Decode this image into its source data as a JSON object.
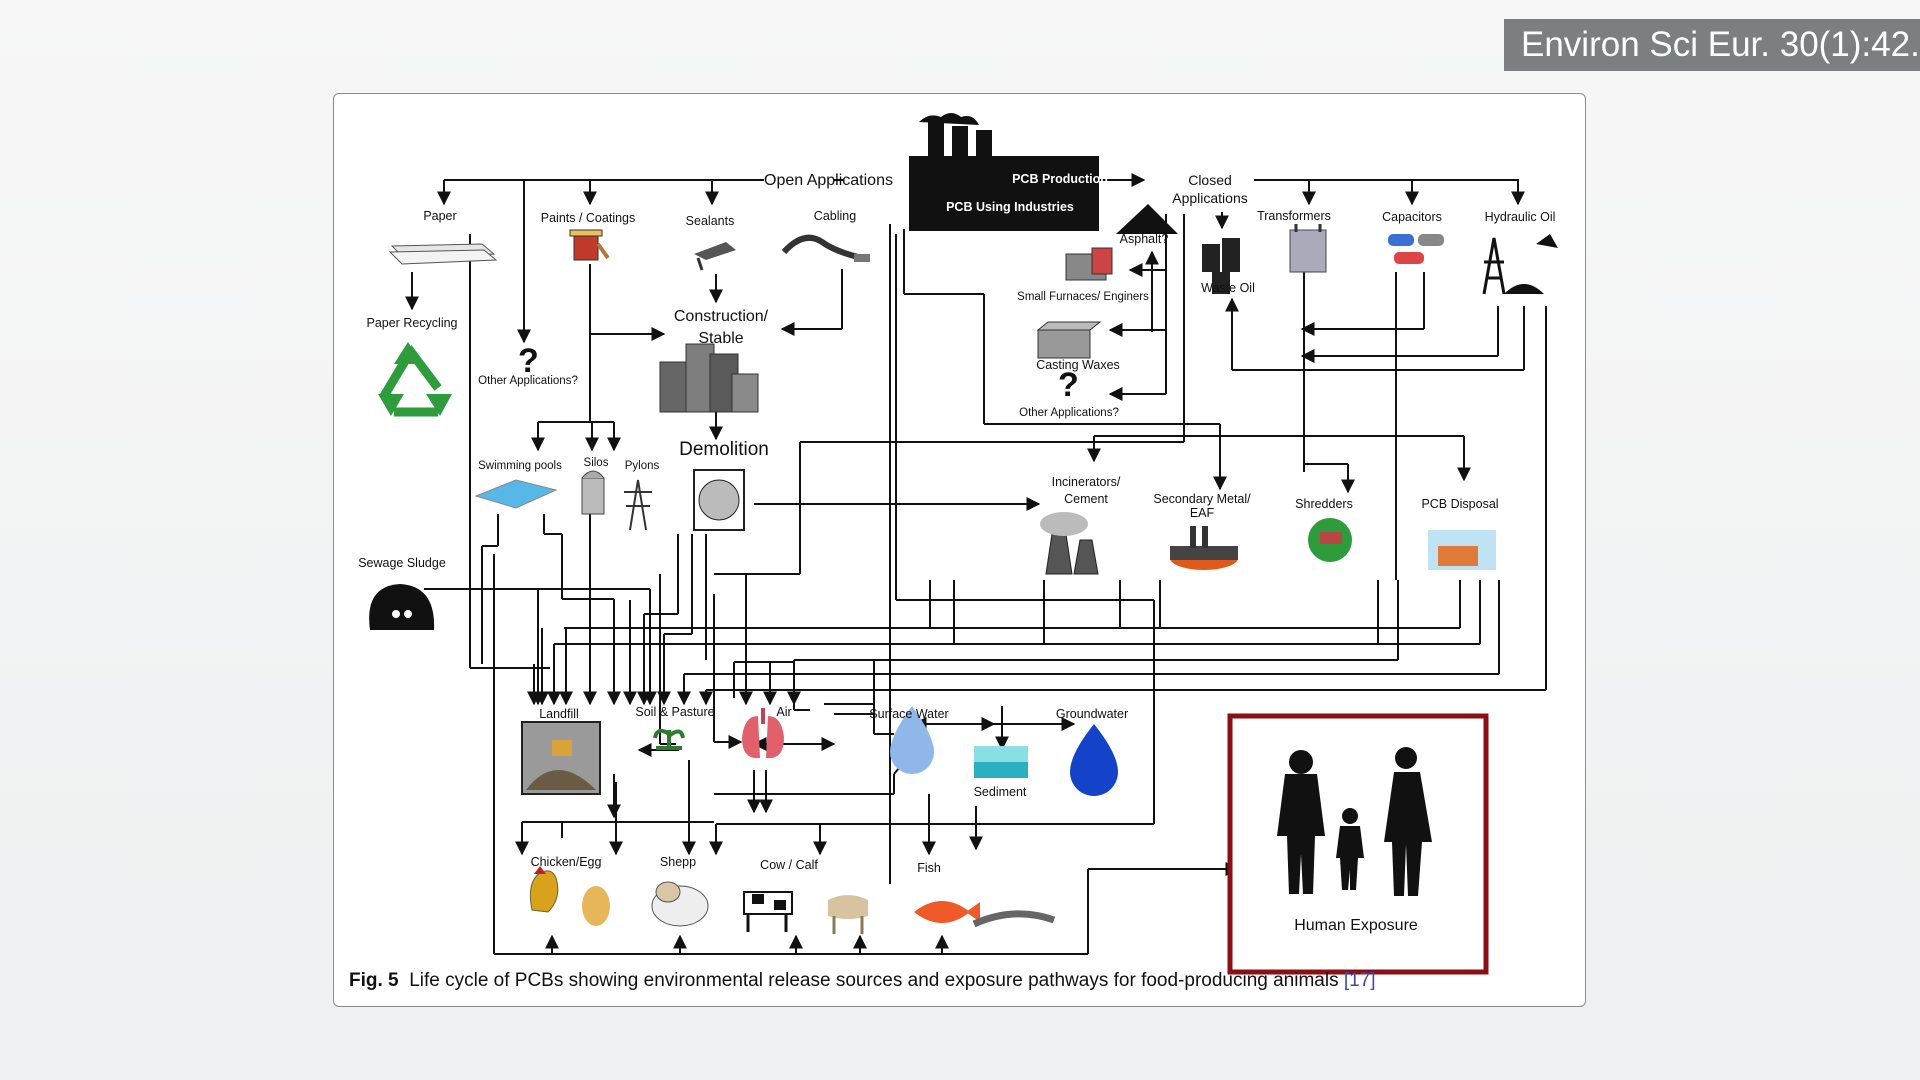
{
  "citation": "Environ Sci Eur. 30(1):42.",
  "caption": {
    "fig_label": "Fig. 5",
    "text": "Life cycle of PCBs showing environmental release sources and exposure pathways for food-producing animals",
    "ref": "[17]"
  },
  "nodes": {
    "pcb_factory": "PCB Production",
    "pcb_using": "PCB Using Industries",
    "open_applications": "Open Applications",
    "closed_applications_1": "Closed",
    "closed_applications_2": "Applications",
    "paper": "Paper",
    "paints": "Paints / Coatings",
    "sealants": "Sealants",
    "cabling": "Cabling",
    "paper_recycling": "Paper Recycling",
    "other_apps_left": "Other Applications?",
    "construction_1": "Construction/",
    "construction_2": "Stable",
    "demolition": "Demolition",
    "swimming_pools": "Swimming pools",
    "silos": "Silos",
    "pylons": "Pylons",
    "sewage_sludge": "Sewage Sludge",
    "asphalt": "Asphalt?",
    "small_furnaces": "Small Furnaces/ Enginers",
    "casting_waxes": "Casting Waxes",
    "other_apps_right": "Other Applications?",
    "waste_oil": "Waste Oil",
    "transformers": "Transformers",
    "capacitors": "Capacitors",
    "hydraulic_oil": "Hydraulic Oil",
    "incinerators_1": "Incinerators/",
    "incinerators_2": "Cement",
    "secondary_metal_1": "Secondary Metal/",
    "secondary_metal_2": "EAF",
    "shredders": "Shredders",
    "pcb_disposal": "PCB Disposal",
    "landfill": "Landfill",
    "soil_pasture": "Soil & Pasture",
    "air": "Air",
    "surface_water": "Surface Water",
    "groundwater": "Groundwater",
    "sediment": "Sediment",
    "chicken_egg": "Chicken/Egg",
    "sheep": "Shepp",
    "cow_calf": "Cow / Calf",
    "fish": "Fish",
    "human_exposure": "Human Exposure",
    "question_mark": "?"
  },
  "colors": {
    "human_box_border": "#8b0f14",
    "recycling_green": "#2e9b3c",
    "water_blue": "#2a6fd6",
    "citation_bg": "#7b7f80",
    "ref_link": "#3a4aa6"
  },
  "icons": [
    "factory-icon",
    "paper-stack-icon",
    "paint-can-icon",
    "sealant-gun-icon",
    "cable-icon",
    "recycle-icon",
    "question-icon",
    "buildings-icon",
    "demolition-icon",
    "pool-icon",
    "silo-icon",
    "pylon-icon",
    "sludge-icon",
    "asphalt-icon",
    "furnace-icon",
    "wax-block-icon",
    "oil-barrels-icon",
    "transformer-icon",
    "capacitors-icon",
    "oil-rig-icon",
    "incinerator-icon",
    "metal-furnace-icon",
    "shredder-icon",
    "disposal-plant-icon",
    "landfill-icon",
    "plant-icon",
    "lungs-icon",
    "water-drop-icon",
    "sediment-icon",
    "groundwater-drop-icon",
    "rooster-icon",
    "egg-icon",
    "sheep-icon",
    "cow-icon",
    "calf-icon",
    "fish-icon",
    "eel-icon",
    "family-icon"
  ]
}
